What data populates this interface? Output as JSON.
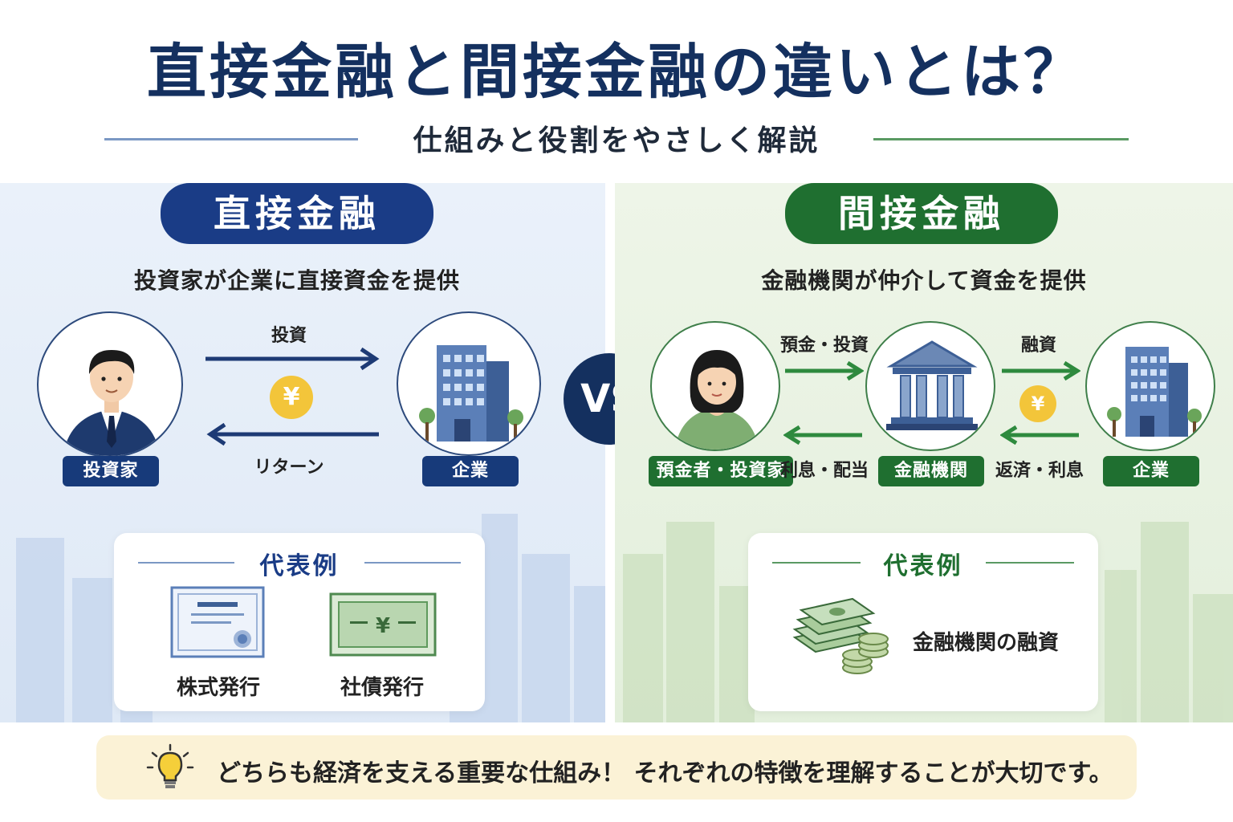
{
  "header": {
    "title": "直接金融と間接金融の違いとは？",
    "subtitle": "仕組みと役割をやさしく解説"
  },
  "direct": {
    "heading": "直接金融",
    "description": "投資家が企業に直接資金を提供",
    "investor_label": "投資家",
    "company_label": "企業",
    "flow_top": "投資",
    "flow_bottom": "リターン",
    "coin_symbol": "¥",
    "examples_title": "代表例",
    "examples": [
      "株式発行",
      "社債発行"
    ],
    "accent_color": "#1a3c86"
  },
  "vs_label": "VS",
  "indirect": {
    "heading": "間接金融",
    "description": "金融機関が仲介して資金を提供",
    "depositor_label": "預金者・投資家",
    "bank_label": "金融機関",
    "company_label": "企業",
    "flow_top_left": "預金・投資",
    "flow_bottom_left": "利息・配当",
    "flow_top_right": "融資",
    "flow_bottom_right": "返済・利息",
    "coin_symbol": "¥",
    "examples_title": "代表例",
    "example": "金融機関の融資",
    "accent_color": "#1f6f30"
  },
  "footer": {
    "text": "どちらも経済を支える重要な仕組み！ それぞれの特徴を理解することが大切です。",
    "icon": "lightbulb-icon"
  }
}
